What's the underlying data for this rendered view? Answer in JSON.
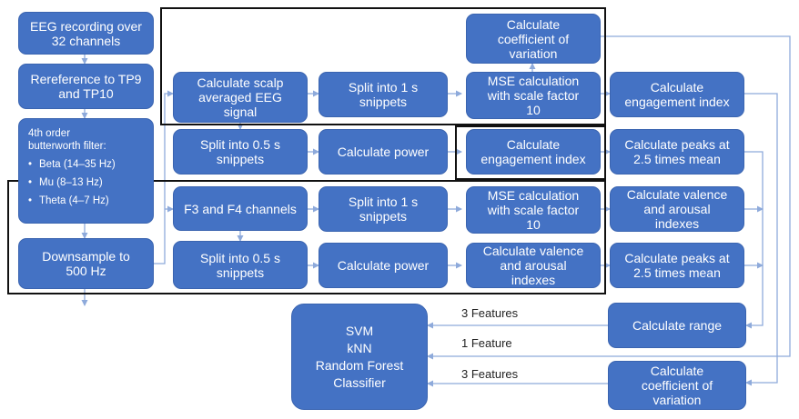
{
  "nodes": {
    "eeg_recording": "EEG recording over\n32 channels",
    "rereference": "Rereference to TP9\nand TP10",
    "filter": {
      "title": "4th order\nbutterworth filter:",
      "bands": [
        "Beta (14–35 Hz)",
        "Mu (8–13 Hz)",
        "Theta (4–7 Hz)"
      ]
    },
    "downsample": "Downsample to\n500 Hz",
    "scalp_avg": "Calculate scalp\naveraged EEG\nsignal",
    "split_half_1": "Split into 0.5 s\nsnippets",
    "f3f4": "F3 and F4 channels",
    "split_half_2": "Split into 0.5 s\nsnippets",
    "split_1s_top": "Split into 1 s\nsnippets",
    "power_1": "Calculate power",
    "split_1s_mid": "Split into 1 s\nsnippets",
    "power_2": "Calculate power",
    "cov_top": "Calculate\ncoefficient of\nvariation",
    "mse_top": "MSE calculation\nwith scale factor\n10",
    "engagement_mid": "Calculate\nengagement index",
    "mse_mid": "MSE calculation\nwith scale factor\n10",
    "valence_mid": "Calculate valence\nand arousal\nindexes",
    "engagement_right": "Calculate\nengagement index",
    "peaks_1": "Calculate peaks at\n2.5 times mean",
    "valence_right": "Calculate valence\nand arousal\nindexes",
    "peaks_2": "Calculate peaks at\n2.5 times mean",
    "range": "Calculate range",
    "cov_bottom": "Calculate\ncoefficient of\nvariation",
    "classifier": [
      "SVM",
      "kNN",
      "Random Forest",
      "Classifier"
    ]
  },
  "edge_labels": {
    "three_features_top": "3 Features",
    "one_feature": "1 Feature",
    "three_features_bottom": "3 Features"
  },
  "colors": {
    "box_fill": "#4472c4",
    "box_text": "#ffffff",
    "connector": "#8eaadb",
    "frame": "#111111"
  }
}
